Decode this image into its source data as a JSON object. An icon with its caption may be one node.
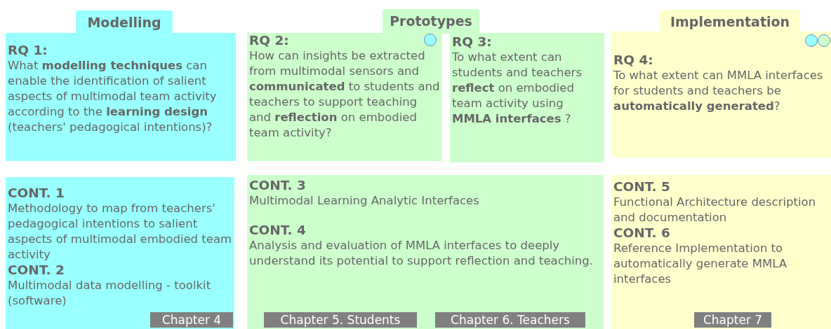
{
  "diagram": {
    "nodes": [
      {
        "text": [
          "Modelling"
        ]
      },
      {
        "text": [
          "RQ 1:",
          "What **modelling techniques** can enable the identification of salient aspects of multimodal team activity according to the **learning design** (teachers' pedagogical intentions)?"
        ]
      },
      {
        "text": [
          "Prototypes"
        ]
      },
      {
        "text": [
          "**RQ 2**:",
          "How can insights be extracted from multimodal sensors and **communicated** to students and teachers to support teaching and **reflection** on embodied team activity?"
        ]
      },
      {
        "text": [],
        "shape": "circle",
        "in": 3
      },
      {
        "text": [
          "**RQ 3**:",
          "To what extent can students and teachers **reflect** on  embodied team activity using **MMLA interfaces** ?"
        ]
      },
      {
        "text": [
          "Implementation"
        ]
      },
      {
        "text": [
          "**RQ 4**:",
          "To what extent can MMLA interfaces for students and teachers be **automatically generated**?"
        ]
      },
      {
        "text": [],
        "shape": "circle",
        "in": 7
      },
      {
        "text": [],
        "shape": "circle",
        "in": 7
      },
      {
        "text": [
          "CONT. 1",
          "Methodology to map from teachers' pedagogical intentions to salient aspects of multimodal embodied team activity",
          "CONT. 2",
          "Multimodal data modelling - toolkit (software)"
        ]
      },
      {
        "text": [
          "Chapter 4"
        ],
        "in": 10
      },
      {
        "text": [
          "CONT. 3",
          "Multimodal Learning Analytic Interfaces",
          "CONT. 4",
          "Analysis and evaluation of MMLA interfaces to deeply understand its potential to support reflection and teaching."
        ]
      },
      {
        "text": [
          "Chapter 5. Students"
        ],
        "in": 12
      },
      {
        "text": [
          "Chapter 6. Teachers"
        ],
        "in": 12
      },
      {
        "text": [
          "CONT. 5",
          "Functional Architecture description and documentation",
          "CONT. 6",
          "Reference Implementation to automatically generate MMLA interfaces"
        ]
      },
      {
        "text": [
          "Chapter 7"
        ],
        "in": 15
      }
    ]
  }
}
